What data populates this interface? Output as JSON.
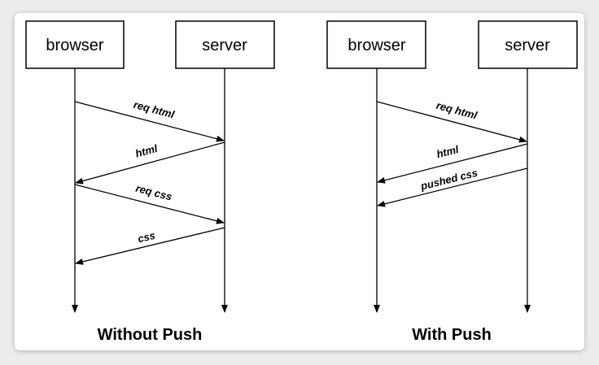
{
  "panels": [
    {
      "caption": "Without Push",
      "left_actor": "browser",
      "right_actor": "server",
      "messages": [
        "req html",
        "html",
        "req css",
        "css"
      ]
    },
    {
      "caption": "With Push",
      "left_actor": "browser",
      "right_actor": "server",
      "messages": [
        "req html",
        "html",
        "pushed css"
      ]
    }
  ]
}
